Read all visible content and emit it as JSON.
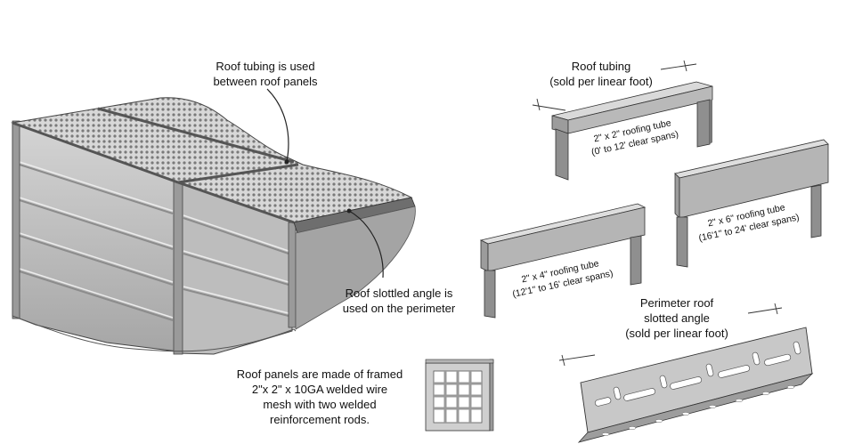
{
  "callouts": {
    "roof_tubing_between": [
      "Roof tubing is used",
      "between roof panels"
    ],
    "slotted_angle_perimeter": [
      "Roof slottled angle is",
      "used on the perimeter"
    ],
    "roof_panels": [
      "Roof panels are made of framed",
      "2\"x 2\" x 10GA welded wire",
      "mesh with two welded",
      "reinforcement rods."
    ]
  },
  "products": {
    "roof_tubing": {
      "title": "Roof tubing",
      "subtitle": "(sold per linear foot)"
    },
    "tube_2x2": {
      "name": "2\" x 2\" roofing tube",
      "span": "(0' to 12' clear spans)"
    },
    "tube_2x4": {
      "name": "2\" x 4\" roofing tube",
      "span": "(12'1\" to 16' clear spans)"
    },
    "tube_2x6": {
      "name": "2\" x 6\" roofing tube",
      "span": "(16'1\" to 24' clear spans)"
    },
    "slotted_angle": {
      "title": "Perimeter roof",
      "title2": "slotted angle",
      "subtitle": "(sold per linear foot)"
    }
  },
  "colors": {
    "panel_light": "#c9c9c9",
    "panel_mid": "#a9a9a9",
    "panel_dark": "#8a8a8a",
    "outline": "#333333"
  }
}
